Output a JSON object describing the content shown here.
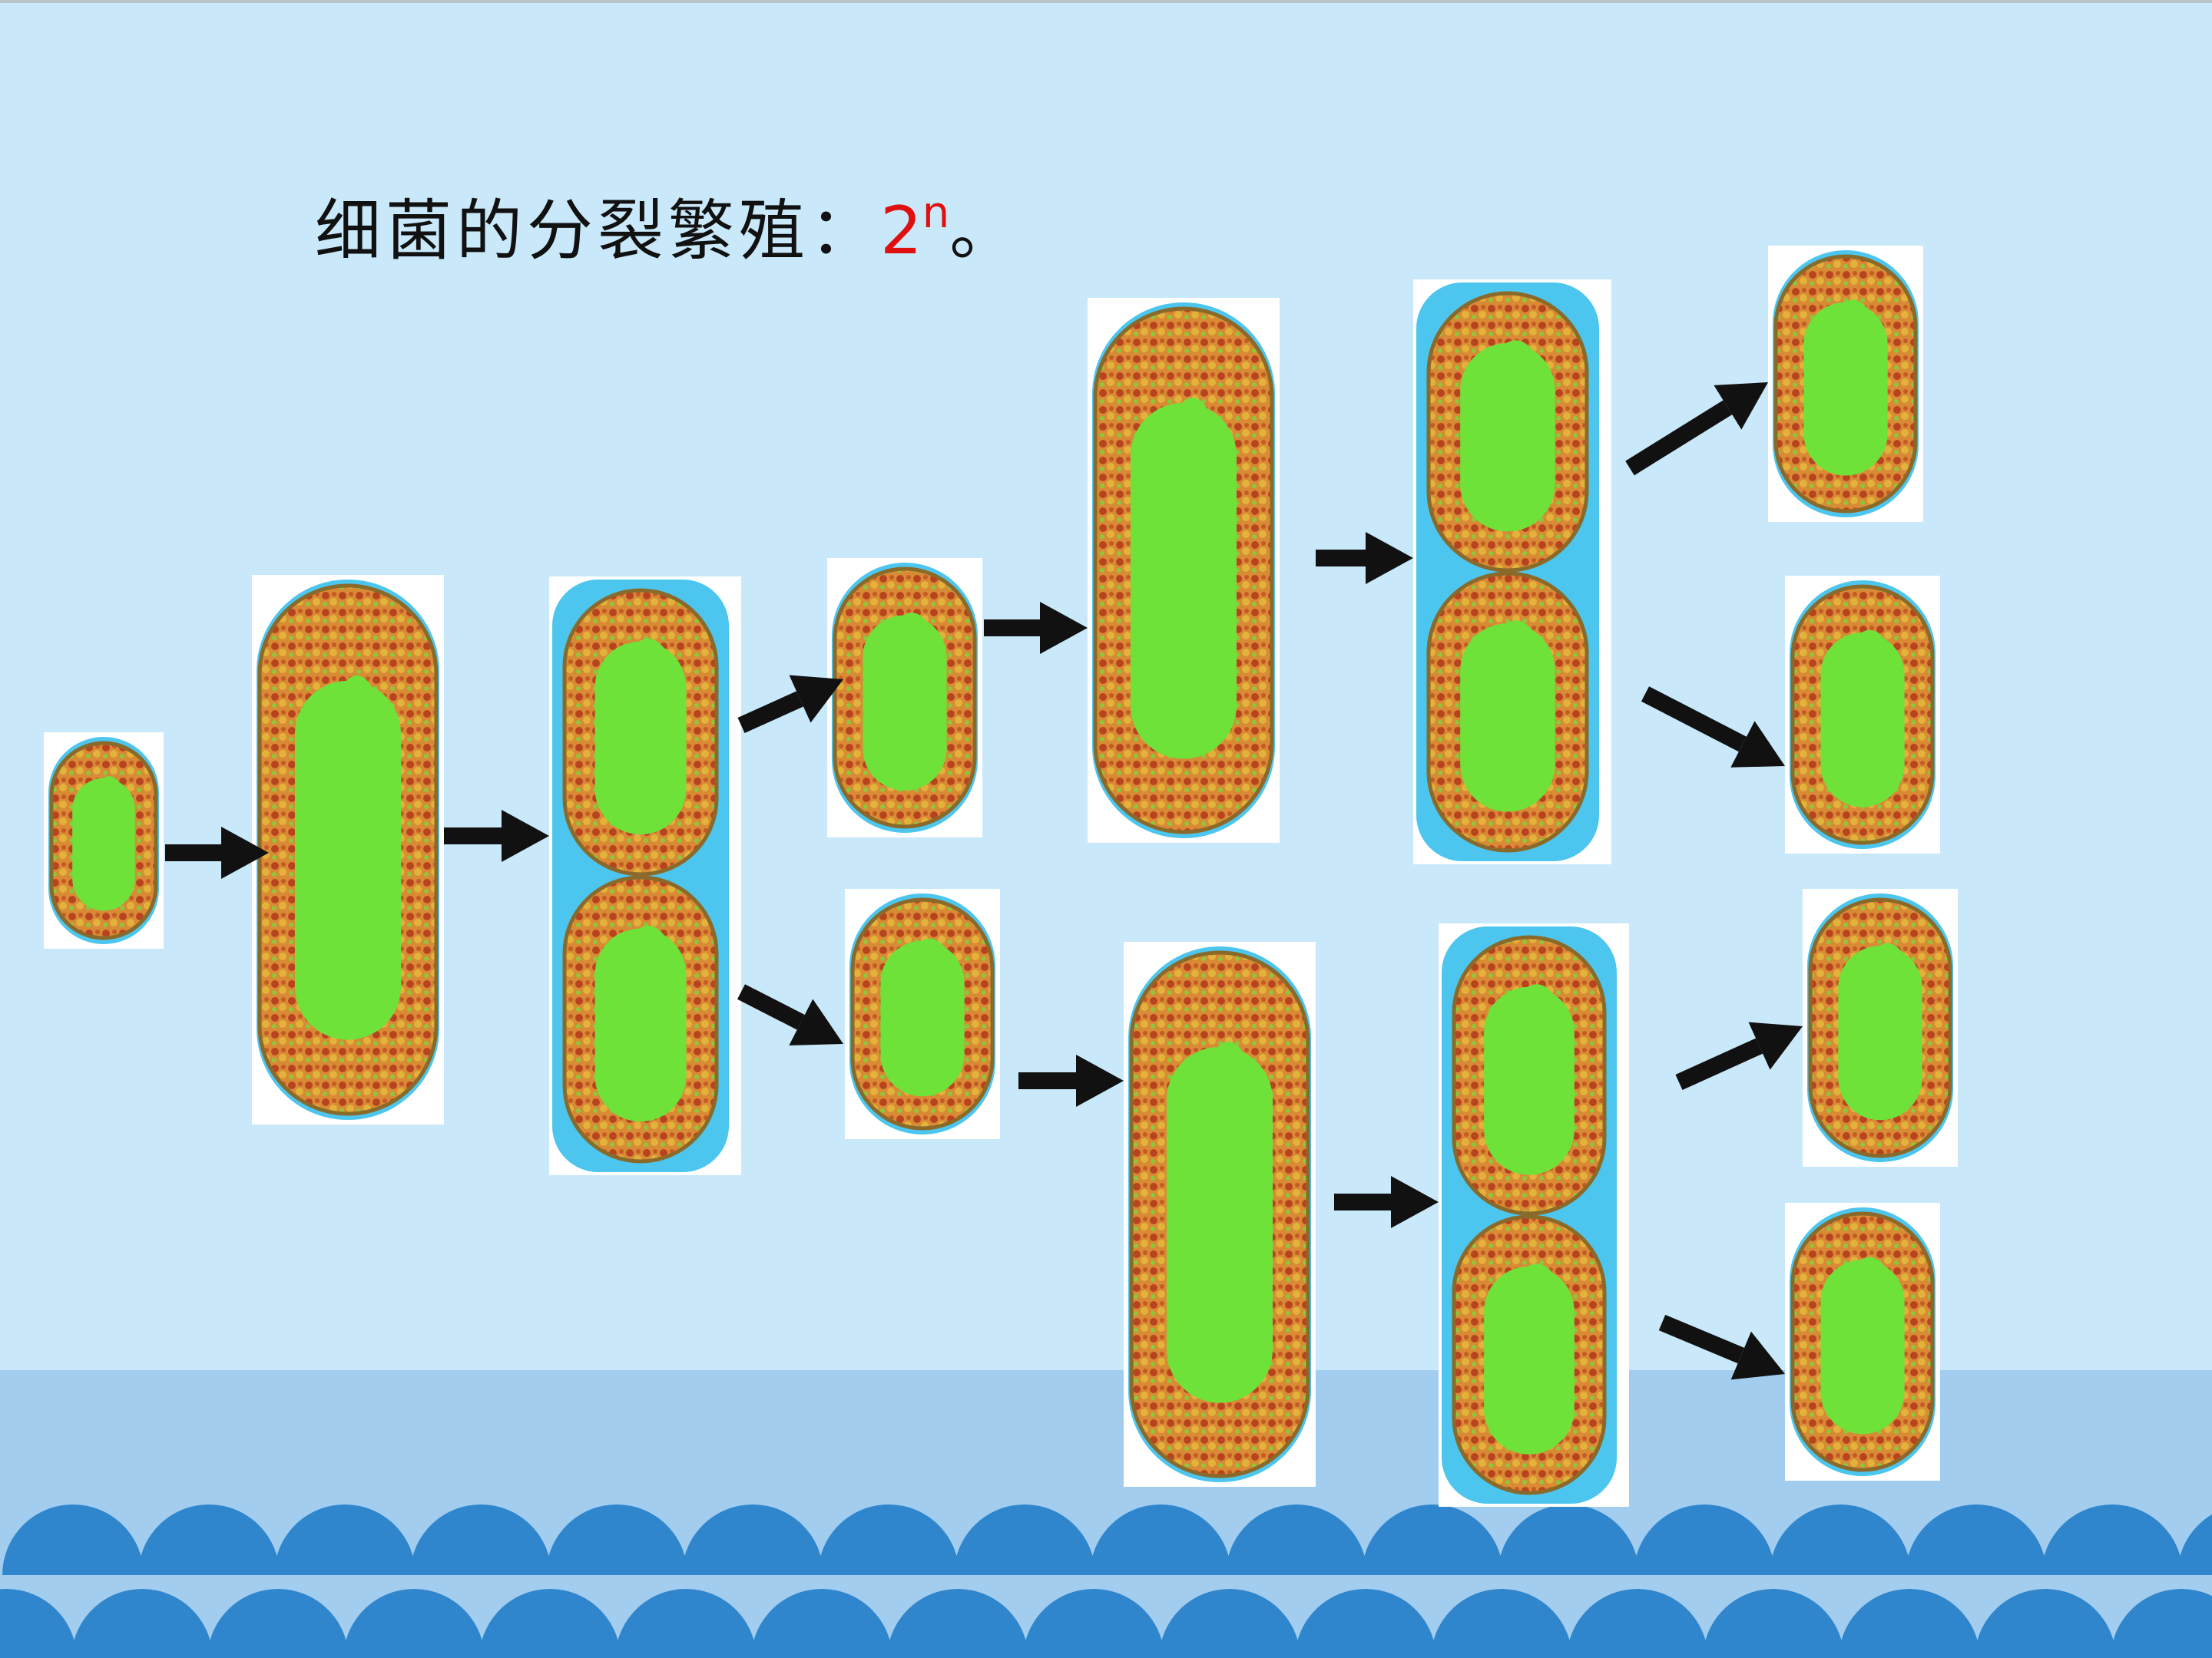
{
  "slide": {
    "title_text": "细菌的分裂繁殖：",
    "formula_base": "2",
    "formula_exponent": "n",
    "title_end": "。"
  },
  "colors": {
    "background": "#c9e9fb",
    "bottom_band": "#a3cdee",
    "wave": "#2f86cc",
    "formula": "#e01010",
    "arrow": "#111111",
    "cell_body": "#6fe23a",
    "cell_wall": "#c8622a",
    "cell_frame": "#4cc6ee"
  },
  "icons": {
    "cell": "bacterium-cell",
    "dividing_cell": "dividing-bacterium",
    "arrow": "arrow-icon"
  }
}
